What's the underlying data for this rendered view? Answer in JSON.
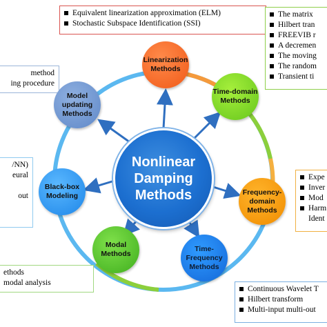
{
  "center": {
    "lines": [
      "Nonlinear",
      "Damping",
      "Methods"
    ]
  },
  "nodes": {
    "linearization": {
      "lines": [
        "Linearization",
        "Methods"
      ]
    },
    "time_domain": {
      "lines": [
        "Time-domain",
        "Methods"
      ]
    },
    "frequency_domain": {
      "lines": [
        "Frequency-",
        "domain",
        "Methods"
      ]
    },
    "time_frequency": {
      "lines": [
        "Time-",
        "Frequency",
        "Methods"
      ]
    },
    "modal": {
      "lines": [
        "Modal",
        "Methods"
      ]
    },
    "black_box": {
      "lines": [
        "Black-box",
        "Modeling"
      ]
    },
    "model_updating": {
      "lines": [
        "Model",
        "updating",
        "Methods"
      ]
    }
  },
  "boxes": {
    "linearization": [
      "Equivalent linearization approximation (ELM)",
      "Stochastic Subspace Identification (SSI)"
    ],
    "time_domain": [
      "The matrix",
      "Hilbert tran",
      "FREEVIB r",
      "A decremen",
      "The moving",
      "The random",
      "Transient ti"
    ],
    "model_updating": [
      "method",
      "ing procedure"
    ],
    "black_box": [
      "/NN)",
      "eural",
      "",
      "out"
    ],
    "frequency_domain": [
      "Expe",
      "Inver",
      "Mod",
      "Harm",
      "Ident"
    ],
    "modal": [
      "ethods",
      "modal analysis"
    ],
    "time_frequency": [
      "Continuous Wavelet T",
      "Hilbert transform",
      "Multi-input multi-out"
    ]
  },
  "colors": {
    "ring_orange": "#f59a3c",
    "ring_blue": "#5bb8f0",
    "ring_green": "#8ccf3c",
    "arrow": "#2f6fc0"
  }
}
